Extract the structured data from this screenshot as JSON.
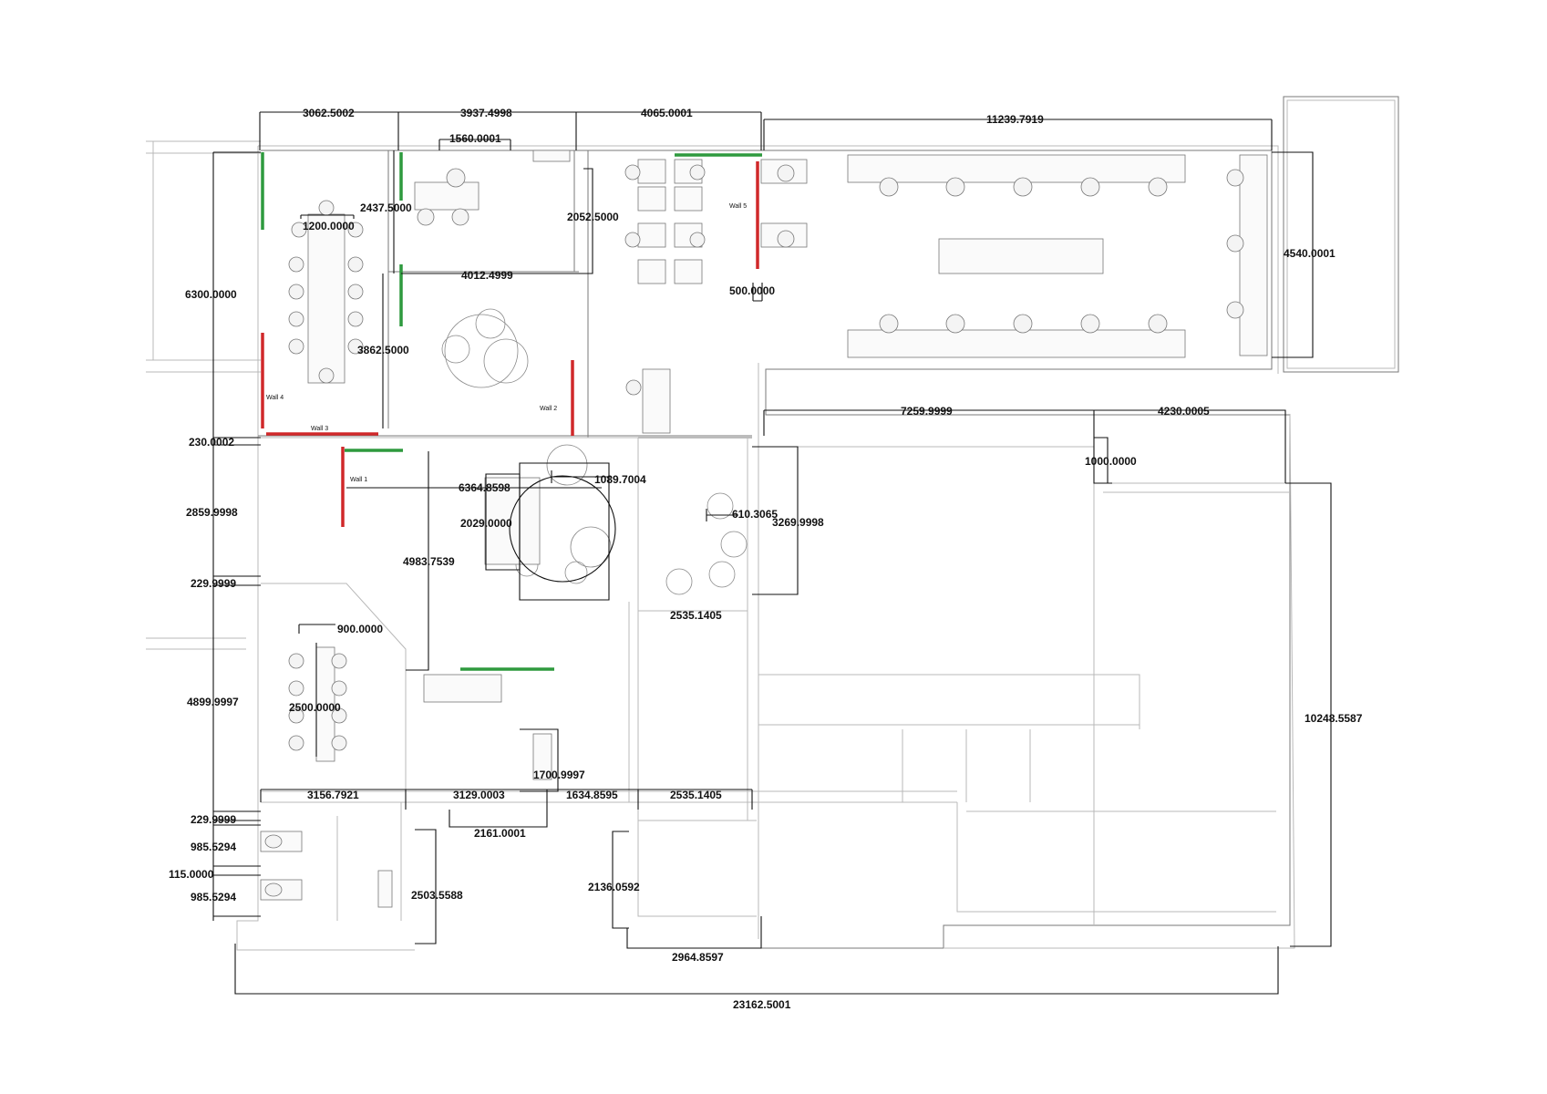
{
  "colors": {
    "retain_wall": "#2e9a3e",
    "remove_wall": "#d0282a",
    "dimension": "#111111",
    "wall": "#7a7a7a"
  },
  "wall_tags": {
    "wall1": "Wall 1",
    "wall2": "Wall 2",
    "wall3": "Wall 3",
    "wall4": "Wall 4",
    "wall5": "Wall 5"
  },
  "dimensions": {
    "top_1": "3062.5002",
    "top_2": "3937.4998",
    "top_3": "4065.0001",
    "top_4": "11239.7919",
    "d1560": "1560.0001",
    "d2437": "2437.5000",
    "d1200": "1200.0000",
    "d2052": "2052.5000",
    "d4012": "4012.4999",
    "d6300": "6300.0000",
    "d3862": "3862.5000",
    "d500": "500.0000",
    "d4540": "4540.0001",
    "d7259": "7259.9999",
    "d4230": "4230.0005",
    "d230": "230.0002",
    "d1000": "1000.0000",
    "d6364": "6364.8598",
    "d1089": "1089.7004",
    "d2859": "2859.9998",
    "d2029": "2029.0000",
    "d610": "610.3065",
    "d3269": "3269.9998",
    "d4983": "4983.7539",
    "d229a": "229.9999",
    "d2535a": "2535.1405",
    "d900": "900.0000",
    "d4899": "4899.9997",
    "d2500": "2500.0000",
    "d10248": "10248.5587",
    "d1700": "1700.9997",
    "d3156": "3156.7921",
    "d3129": "3129.0003",
    "d1634": "1634.8595",
    "d2535b": "2535.1405",
    "d229b": "229.9999",
    "d2161": "2161.0001",
    "d985a": "985.5294",
    "d115": "115.0000",
    "d2503": "2503.5588",
    "d2136": "2136.0592",
    "d985b": "985.5294",
    "d2964": "2964.8597",
    "d23162": "23162.5001"
  }
}
